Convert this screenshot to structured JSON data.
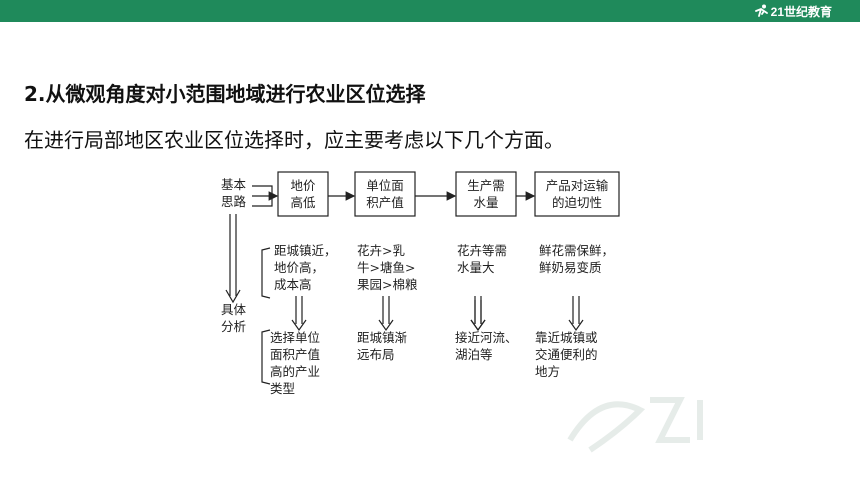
{
  "header": {
    "logo_text": "21世纪教育"
  },
  "section": {
    "heading": "2.从微观角度对小范围地域进行农业区位选择",
    "intro": "在进行局部地区农业区位选择时，应主要考虑以下几个方面。"
  },
  "diagram": {
    "basic_label": [
      "基本",
      "思路"
    ],
    "detail_label": [
      "具体",
      "分析"
    ],
    "boxes": [
      [
        "地价",
        "高低"
      ],
      [
        "单位面",
        "积产值"
      ],
      [
        "生产需",
        "水量"
      ],
      [
        "产品对运输",
        "的迫切性"
      ]
    ],
    "analysis": [
      [
        "距城镇近，",
        "地价高，",
        "成本高"
      ],
      [
        "花卉>乳",
        "牛>塘鱼>",
        "果园>棉粮"
      ],
      [
        "花卉等需",
        "水量大"
      ],
      [
        "鲜花需保鲜，",
        "鲜奶易变质"
      ]
    ],
    "conclusions": [
      [
        "选择单位",
        "面积产值",
        "高的产业",
        "类型"
      ],
      [
        "距城镇渐",
        "远布局"
      ],
      [
        "接近河流、",
        "湖泊等"
      ],
      [
        "靠近城镇或",
        "交通便利的",
        "地方"
      ]
    ]
  }
}
